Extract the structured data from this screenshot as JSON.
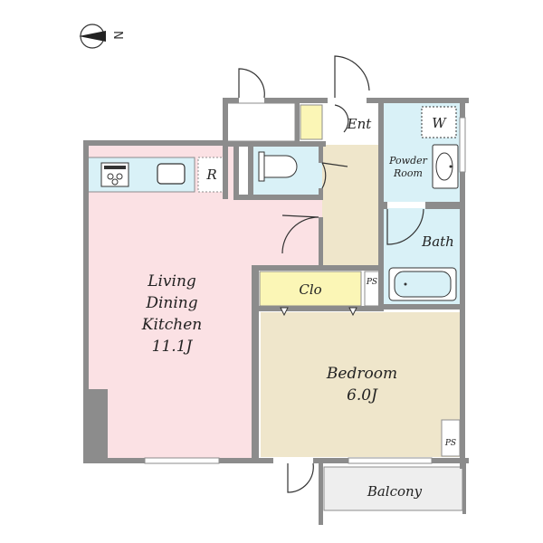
{
  "compass": {
    "label": "N"
  },
  "rooms": {
    "ldk": {
      "lines": [
        "Living",
        "Dining",
        "Kitchen",
        "11.1J"
      ]
    },
    "bedroom": {
      "lines": [
        "Bedroom",
        "6.0J"
      ]
    },
    "closet": {
      "label": "Clo"
    },
    "entrance": {
      "label": "Ent"
    },
    "powder_room": {
      "lines": [
        "Powder",
        "Room"
      ]
    },
    "washer": {
      "label": "W"
    },
    "bath": {
      "label": "Bath"
    },
    "refrigerator": {
      "label": "R"
    },
    "pipe_space_1": {
      "label": "PS"
    },
    "pipe_space_2": {
      "label": "PS"
    },
    "balcony": {
      "label": "Balcony"
    }
  },
  "colors": {
    "wall": "#8c8c8c",
    "ldk": "#fbe1e4",
    "bedroom": "#efe6cb",
    "hall": "#efe6cb",
    "closet": "#fbf6b6",
    "wet_area": "#d9f1f7",
    "balcony": "#eeeeee",
    "entrance_step": "#fbf6b6"
  }
}
